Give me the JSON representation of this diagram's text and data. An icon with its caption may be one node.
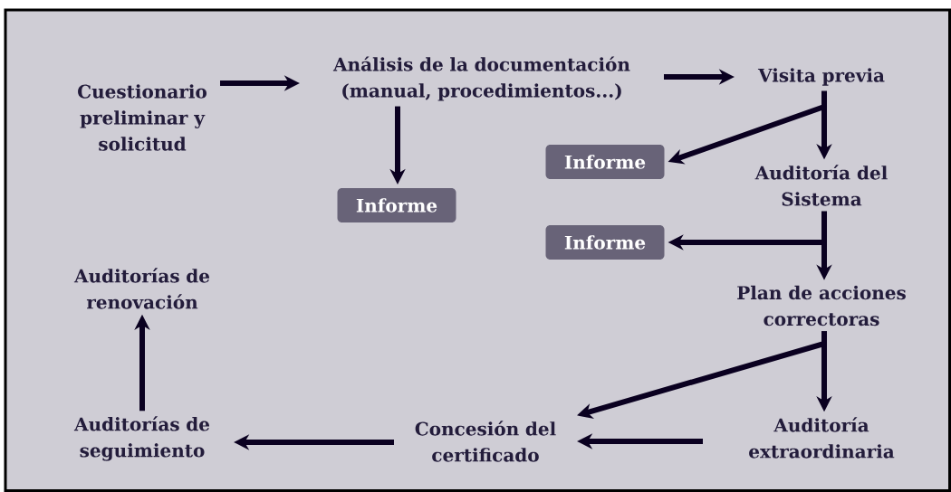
{
  "diagram": {
    "nodes": [
      {
        "text": [
          "Cuestionario preliminar y solicitud"
        ]
      },
      {
        "text": [
          "Análisis de la documentación (manual, procedimientos...)"
        ]
      },
      {
        "text": [
          "Visita previa"
        ]
      },
      {
        "text": [
          "Informe"
        ]
      },
      {
        "text": [
          "Informe"
        ]
      },
      {
        "text": [
          "Auditoría del Sistema"
        ]
      },
      {
        "text": [
          "Informe"
        ]
      },
      {
        "text": [
          "Plan de acciones correctoras"
        ]
      },
      {
        "text": [
          "Auditorías de renovación"
        ]
      },
      {
        "text": [
          "Auditorías de seguimiento"
        ]
      },
      {
        "text": [
          "Concesión del certificado"
        ]
      },
      {
        "text": [
          "Auditoría extraordinaria"
        ]
      }
    ],
    "edges": [
      {
        "from": 0,
        "to": 1,
        "arrow": "to"
      },
      {
        "from": 1,
        "to": 2,
        "arrow": "to"
      },
      {
        "from": 1,
        "to": 3,
        "arrow": "to"
      },
      {
        "from": 2,
        "to": 4,
        "arrow": "to"
      },
      {
        "from": 2,
        "to": 5,
        "arrow": "to"
      },
      {
        "from": 5,
        "to": 6,
        "arrow": "to"
      },
      {
        "from": 5,
        "to": 7,
        "arrow": "to"
      },
      {
        "from": 7,
        "to": 10,
        "arrow": "to"
      },
      {
        "from": 7,
        "to": 11,
        "arrow": "to"
      },
      {
        "from": 11,
        "to": 10,
        "arrow": "to"
      },
      {
        "from": 10,
        "to": 9,
        "arrow": "to"
      },
      {
        "from": 9,
        "to": 8,
        "arrow": "to"
      }
    ]
  }
}
